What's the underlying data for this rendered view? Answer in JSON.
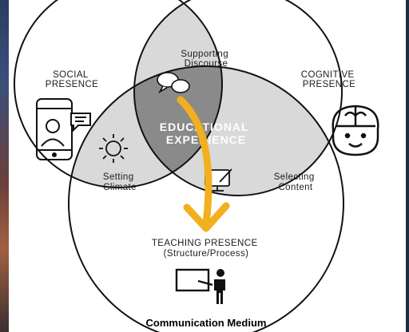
{
  "diagram": {
    "social": [
      "SOCIAL",
      "PRESENCE"
    ],
    "cognitive": [
      "COGNITIVE",
      "PRESENCE"
    ],
    "teaching": [
      "TEACHING PRESENCE",
      "(Structure/Process)"
    ],
    "supporting": [
      "Supporting",
      "Discourse"
    ],
    "setting": [
      "Setting",
      "Climate"
    ],
    "selecting": [
      "Selecting",
      "Content"
    ],
    "center": [
      "EDUCATIONAL",
      "EXPERIENCE"
    ],
    "footer": "Communication Medium",
    "colors": {
      "arrow": "#f2b01e",
      "overlap": "#d9d9d9",
      "center": "#8a8a8a",
      "stroke": "#111111"
    },
    "icons": [
      "smartphone-user-icon",
      "brain-face-icon",
      "chat-bubbles-icon",
      "sun-icon",
      "monitor-pencil-icon",
      "teacher-whiteboard-icon",
      "curved-arrow-icon"
    ]
  }
}
